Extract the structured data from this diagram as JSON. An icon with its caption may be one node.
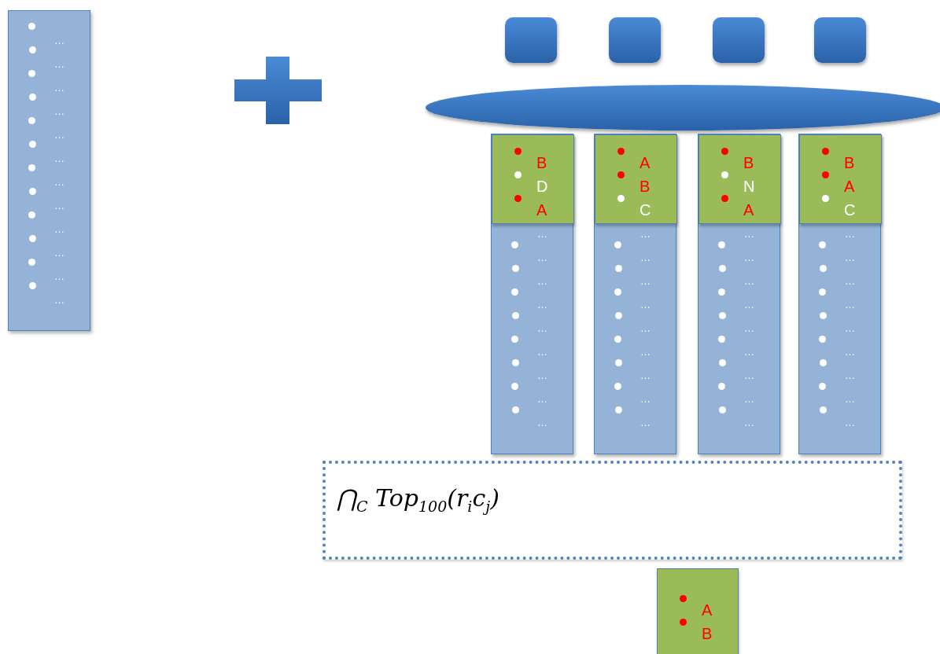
{
  "diagram": {
    "nodes": [
      {
        "text": [
          "…",
          "…",
          "…",
          "…",
          "…",
          "…",
          "…",
          "…",
          "…",
          "…",
          "…",
          "…"
        ]
      },
      {
        "text": [],
        "shape": "box"
      },
      {
        "text": [],
        "shape": "box"
      },
      {
        "text": [],
        "shape": "box"
      },
      {
        "text": [],
        "shape": "box"
      },
      {
        "text": [],
        "shape": "ellipse"
      },
      {
        "text": [
          "…",
          "…",
          "…",
          "…",
          "…",
          "…",
          "…",
          "…",
          "…"
        ]
      },
      {
        "text": [
          "B",
          "D",
          "A"
        ],
        "in": 6
      },
      {
        "text": [
          "…",
          "…",
          "…",
          "…",
          "…",
          "…",
          "…",
          "…",
          "…"
        ]
      },
      {
        "text": [
          "A",
          "B",
          "C"
        ],
        "in": 8
      },
      {
        "text": [
          "…",
          "…",
          "…",
          "…",
          "…",
          "…",
          "…",
          "…",
          "…"
        ]
      },
      {
        "text": [
          "B",
          "N",
          "A"
        ],
        "in": 10
      },
      {
        "text": [
          "…",
          "…",
          "…",
          "…",
          "…",
          "…",
          "…",
          "…",
          "…"
        ]
      },
      {
        "text": [
          "B",
          "A",
          "C"
        ],
        "in": 12
      },
      {
        "text": [
          "⋂$_{C}$ Top$_{100}$(r$_{i}$c$_{j}$)"
        ]
      },
      {
        "text": [
          "A",
          "B"
        ]
      }
    ]
  }
}
